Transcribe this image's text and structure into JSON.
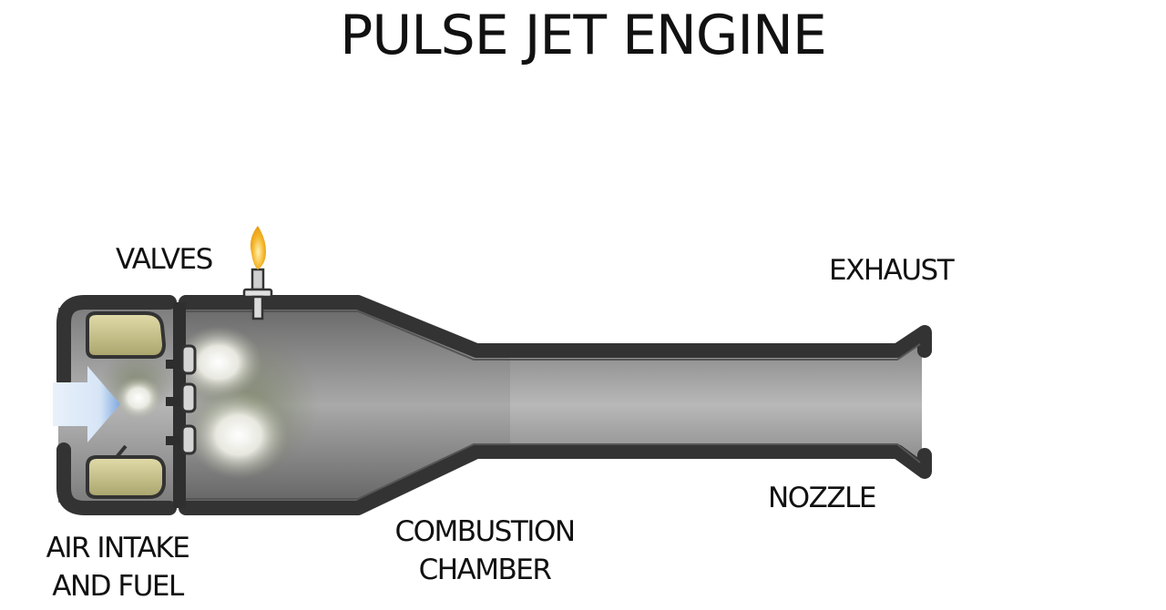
{
  "title": "PULSE JET ENGINE",
  "labels": {
    "valves": "VALVES",
    "exhaust": "EXHAUST",
    "nozzle": "NOZZLE",
    "combustion_chamber": [
      "COMBUSTION",
      "CHAMBER"
    ],
    "air_intake": [
      "AIR INTAKE",
      "AND FUEL"
    ]
  },
  "colors": {
    "casing": "#333333",
    "interior": "#8a8a8a",
    "intake_air": "#d8e6f5",
    "valve_flap": "#c9c38a",
    "flame": "#f5b52a"
  }
}
